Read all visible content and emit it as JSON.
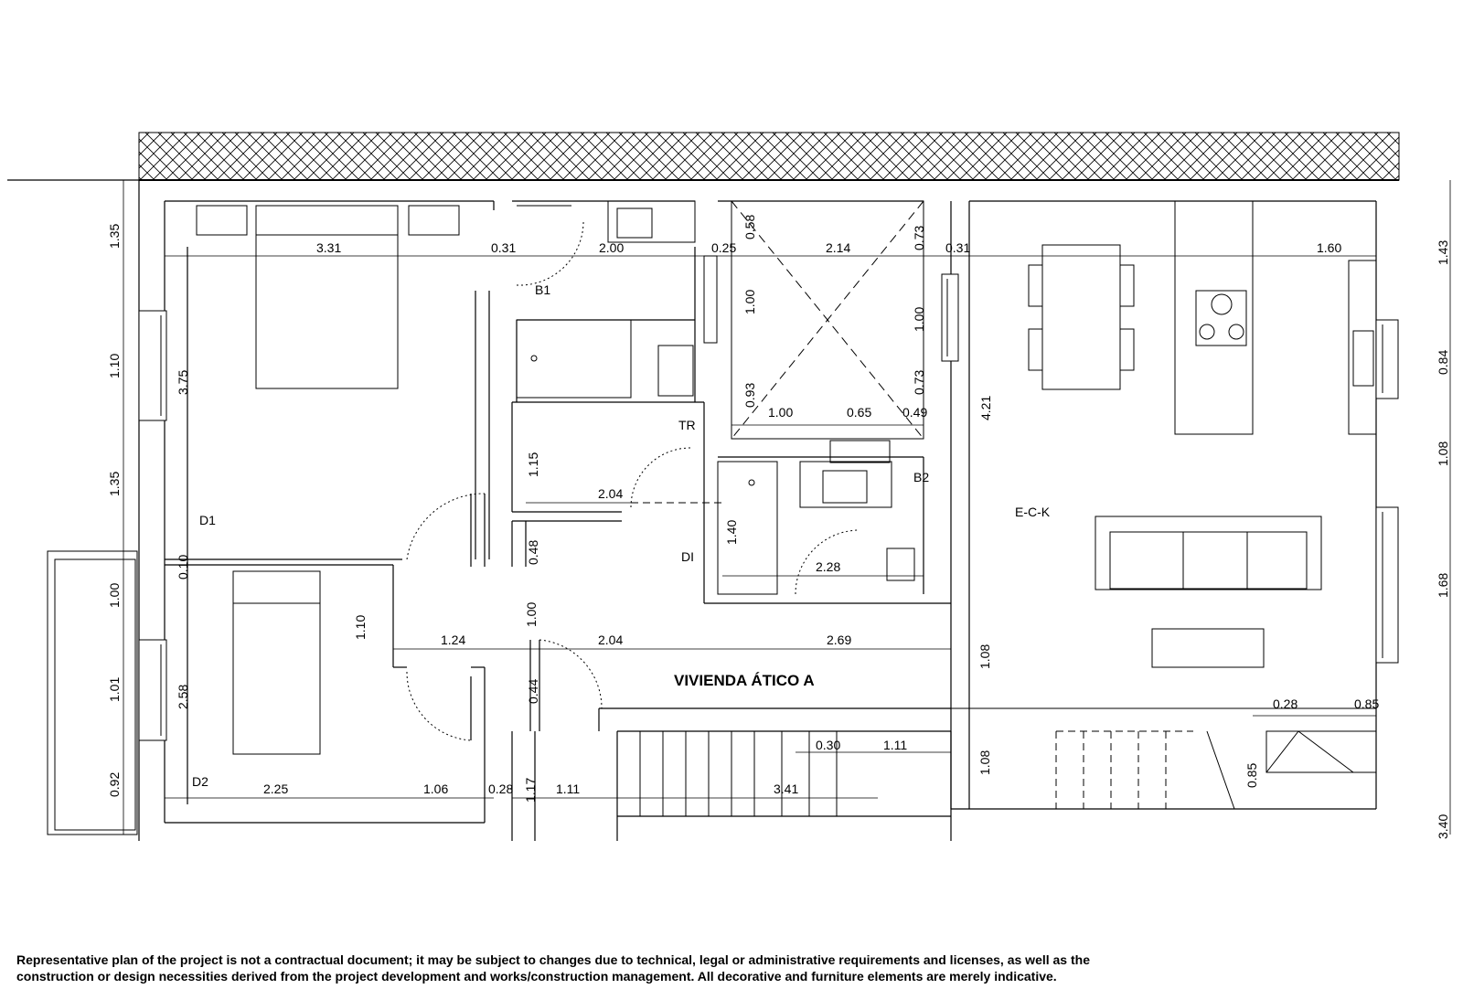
{
  "plan": {
    "title": "VIVIENDA ÁTICO A",
    "rooms": {
      "d1": "D1",
      "d2": "D2",
      "b1": "B1",
      "b2": "B2",
      "tr": "TR",
      "di": "DI",
      "eck": "E-C-K"
    },
    "dimensions": {
      "left_135a": "1.35",
      "left_110": "1.10",
      "left_135b": "1.35",
      "left_100": "1.00",
      "left_101": "1.01",
      "left_092": "0.92",
      "right_143": "1.43",
      "right_084": "0.84",
      "right_108": "1.08",
      "right_168": "1.68",
      "right_340": "3.40",
      "top_331": "3.31",
      "top_031a": "0.31",
      "top_200": "2.00",
      "top_025": "0.25",
      "top_214": "2.14",
      "top_031b": "0.31",
      "top_160": "1.60",
      "v_375": "3.75",
      "v_058": "0.58",
      "v_073a": "0.73",
      "v_100a": "1.00",
      "v_100b": "1.00",
      "v_093": "0.93",
      "v_073b": "0.73",
      "v_421": "4.21",
      "h_100": "1.00",
      "h_065": "0.65",
      "h_049": "0.49",
      "v_115": "1.15",
      "h_204a": "2.04",
      "v_140": "1.40",
      "h_228": "2.28",
      "v_048": "0.48",
      "v_010": "0.10",
      "v_110": "1.10",
      "v_100c": "1.00",
      "h_124": "1.24",
      "h_204b": "2.04",
      "h_269": "2.69",
      "v_108a": "1.08",
      "v_044": "0.44",
      "v_258": "2.58",
      "h_028a": "0.28",
      "h_085a": "0.85",
      "h_030": "0.30",
      "h_111a": "1.11",
      "v_108b": "1.08",
      "v_085": "0.85",
      "h_225": "2.25",
      "h_106": "1.06",
      "h_028b": "0.28",
      "v_117": "1.17",
      "h_111b": "1.11",
      "h_341": "3.41"
    }
  },
  "disclaimer": {
    "line1": "Representative plan of the project is not a contractual document; it may be subject to changes due to technical, legal or administrative requirements and licenses, as well as the",
    "line2": "construction or design necessities derived from the project development and works/construction management. All decorative and furniture elements are merely indicative."
  },
  "colors": {
    "ink": "#000000",
    "background": "#ffffff"
  }
}
